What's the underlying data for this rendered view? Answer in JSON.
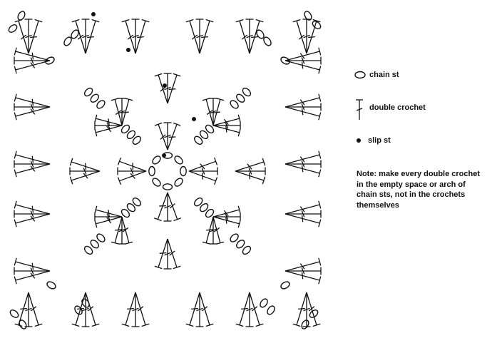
{
  "legend": {
    "chain": "chain st",
    "double": "double crochet",
    "slip": "slip st"
  },
  "note": "Note: make every double crochet in the empty space or arch of chain sts, not in the crochets themselves",
  "colors": {
    "ink": "#111111",
    "background": "#ffffff"
  },
  "symbols": {
    "chain": "ellipse",
    "double": "t-bar-with-cross",
    "slip": "filled-dot"
  }
}
